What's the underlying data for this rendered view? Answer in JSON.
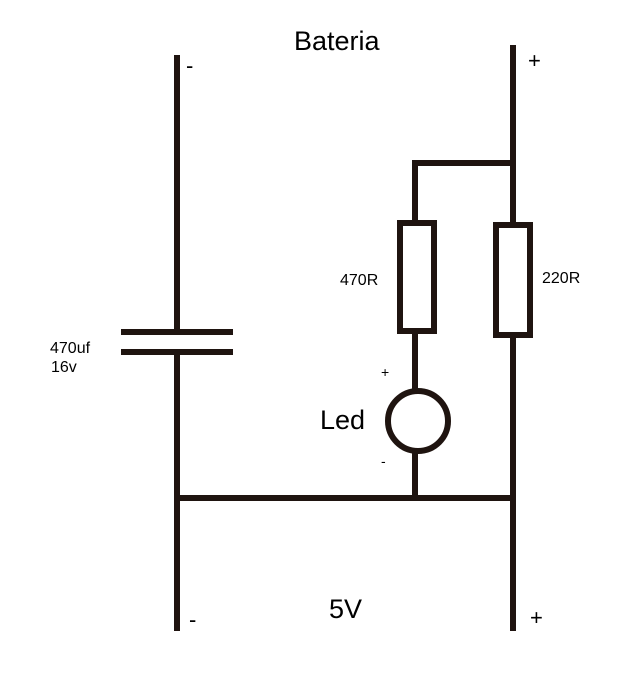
{
  "labels": {
    "title": "Bateria",
    "bottom_voltage": "5V",
    "capacitor_value": "470uf",
    "capacitor_voltage": "16v",
    "resistor_left": "470R",
    "resistor_right": "220R",
    "led": "Led",
    "top_left_polarity": "-",
    "top_right_polarity": "+",
    "bottom_left_polarity": "-",
    "bottom_right_polarity": "+",
    "led_plus": "+",
    "led_minus": "-"
  },
  "colors": {
    "wire": "#1f1410",
    "text": "#000000",
    "background": "#ffffff"
  }
}
